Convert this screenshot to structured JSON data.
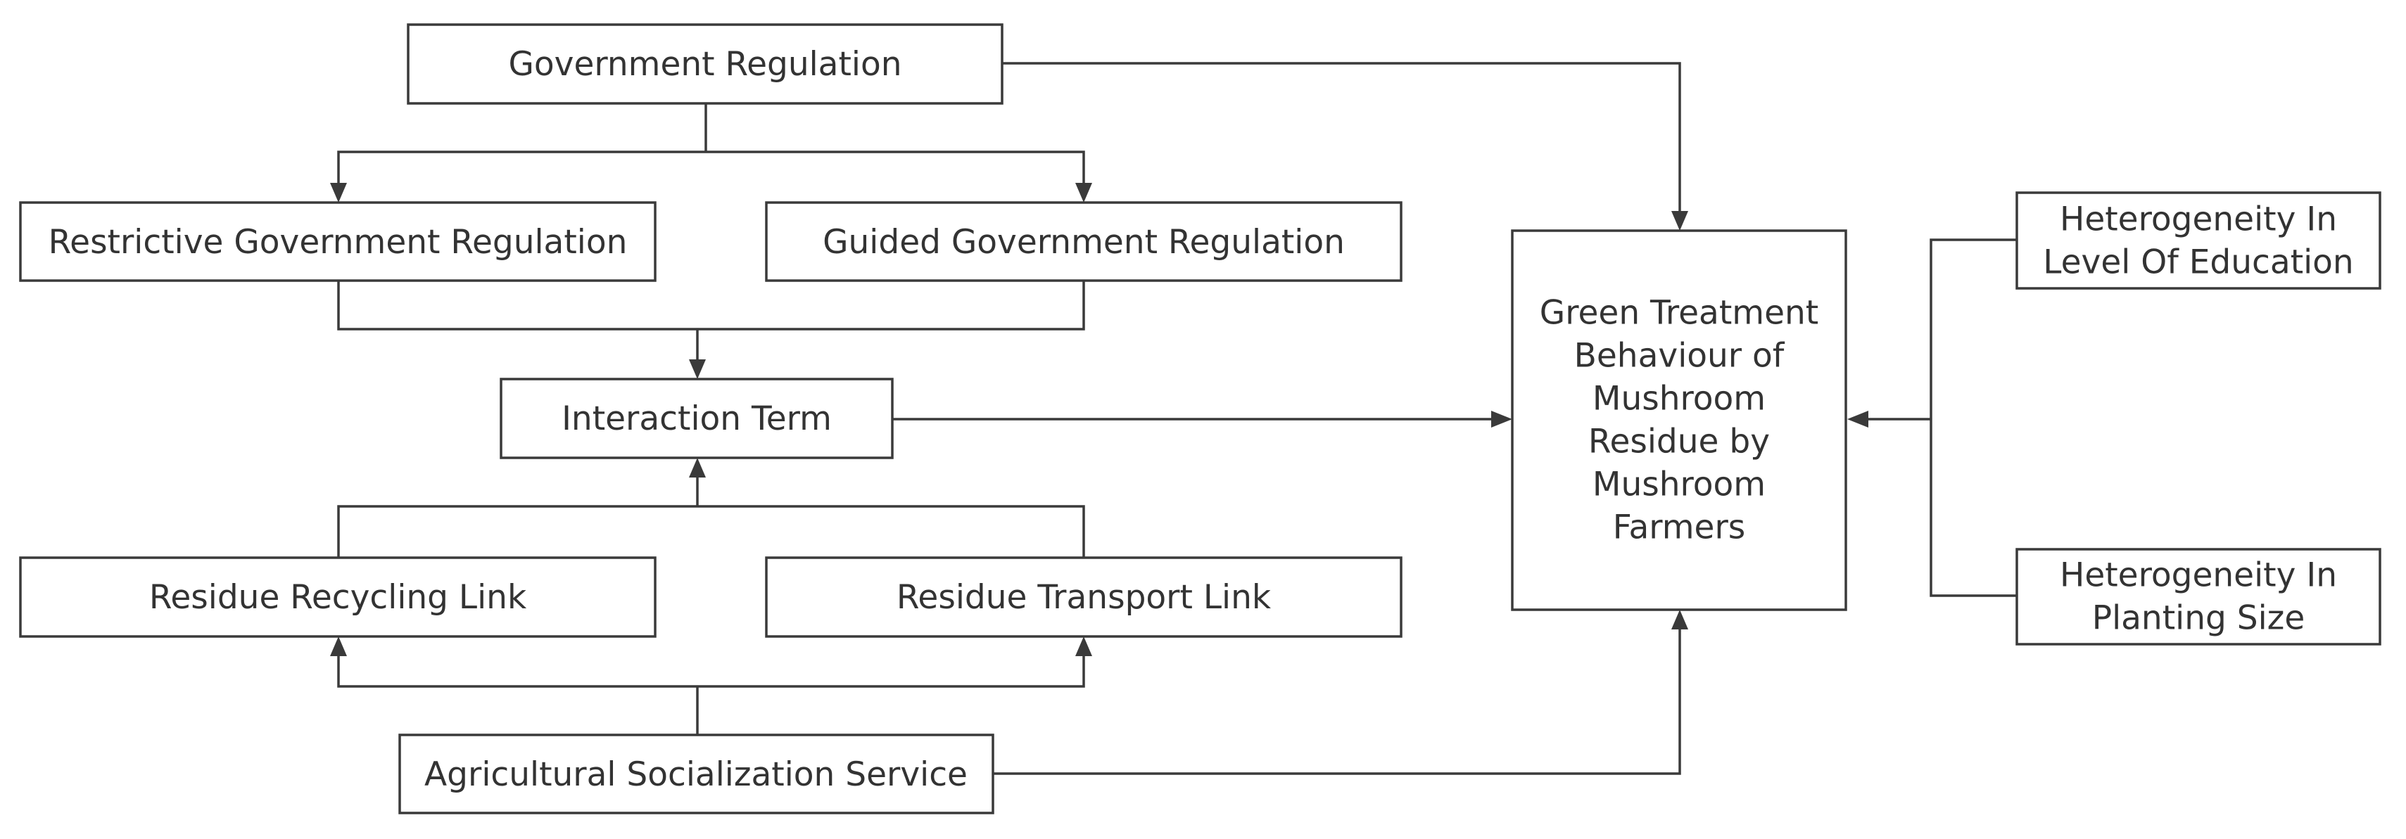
{
  "nodes": {
    "government_regulation": {
      "lines": [
        "Government Regulation"
      ]
    },
    "restrictive_regulation": {
      "lines": [
        "Restrictive Government Regulation"
      ]
    },
    "guided_regulation": {
      "lines": [
        "Guided Government Regulation"
      ]
    },
    "interaction_term": {
      "lines": [
        "Interaction Term"
      ]
    },
    "residue_recycling": {
      "lines": [
        "Residue Recycling Link"
      ]
    },
    "residue_transport": {
      "lines": [
        "Residue Transport Link"
      ]
    },
    "agricultural_service": {
      "lines": [
        "Agricultural Socialization Service"
      ]
    },
    "green_treatment": {
      "lines": [
        "Green Treatment",
        "Behaviour of",
        "Mushroom",
        "Residue by",
        "Mushroom",
        "Farmers"
      ]
    },
    "education_heterogeneity": {
      "lines": [
        "Heterogeneity In",
        "Level Of Education"
      ]
    },
    "planting_heterogeneity": {
      "lines": [
        "Heterogeneity In",
        "Planting Size"
      ]
    }
  }
}
